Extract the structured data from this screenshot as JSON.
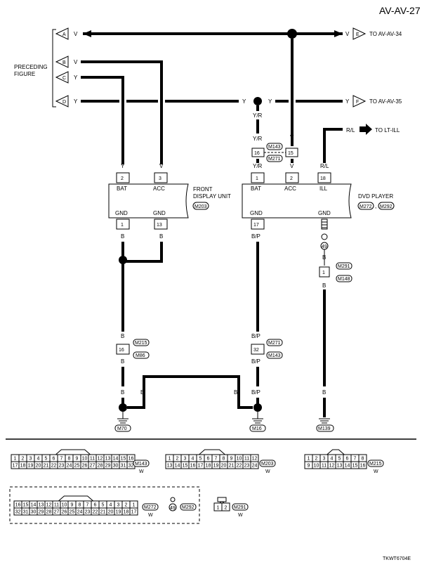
{
  "page_id": "AV-AV-27",
  "footer_code": "TKWT6704E",
  "preceding_figure": [
    "PRECEDING",
    "FIGURE"
  ],
  "left_terminals": {
    "a": "A",
    "b": "B",
    "c": "C",
    "d": "D"
  },
  "right_terminals": {
    "e": "E",
    "f": "F"
  },
  "to_av34": "TO AV-AV-34",
  "to_av35": "TO AV-AV-35",
  "to_lt_ill": "TO LT-ILL",
  "wire_colors": {
    "v": "V",
    "y": "Y",
    "yr": "Y/R",
    "rl": "R/L",
    "b": "B",
    "bp": "B/P"
  },
  "front_display": {
    "name_line1": "FRONT",
    "name_line2": "DISPLAY UNIT",
    "connector": "M203",
    "pins": {
      "bat": "2",
      "acc": "3",
      "gnd1": "1",
      "gnd2": "13"
    },
    "labels": {
      "bat": "BAT",
      "acc": "ACC",
      "gnd": "GND"
    }
  },
  "dvd_player": {
    "name": "DVD PLAYER",
    "connector_a": "M272",
    "connector_sep": ",",
    "connector_b": "M292",
    "pins": {
      "bat": "1",
      "acc": "2",
      "ill": "18",
      "gnd1": "17"
    },
    "labels": {
      "bat": "BAT",
      "acc": "ACC",
      "ill": "ILL",
      "gnd": "GND"
    }
  },
  "junction_connectors": {
    "j1": {
      "pin_a": "16",
      "pin_b": "15",
      "conn_top": "M143",
      "conn_bottom": "M271"
    },
    "j2": {
      "pin": "16",
      "conn_top": "M215",
      "conn_bottom": "M86"
    },
    "j3": {
      "pin": "32",
      "conn_top": "M271",
      "conn_bottom": "M143"
    },
    "j4": {
      "pin": "1",
      "conn_top": "M291",
      "conn_bottom": "M148"
    },
    "j5": {
      "pin": "49"
    }
  },
  "grounds": {
    "g1": "M70",
    "g2": "M16",
    "g3": "M139"
  },
  "connector_views": {
    "m143": {
      "id": "M143",
      "color": "W",
      "row1": [
        "1",
        "2",
        "3",
        "4",
        "5",
        "6",
        "7",
        "8",
        "9",
        "10",
        "11",
        "12",
        "13",
        "14",
        "15",
        "16"
      ],
      "row2": [
        "17",
        "18",
        "19",
        "20",
        "21",
        "22",
        "23",
        "24",
        "25",
        "26",
        "27",
        "28",
        "29",
        "30",
        "31",
        "32"
      ]
    },
    "m203": {
      "id": "M203",
      "color": "W",
      "row1": [
        "1",
        "2",
        "3",
        "4",
        "5",
        "6",
        "7",
        "8",
        "9",
        "10",
        "11",
        "12"
      ],
      "row2": [
        "13",
        "14",
        "15",
        "16",
        "17",
        "18",
        "19",
        "20",
        "21",
        "22",
        "23",
        "24"
      ]
    },
    "m215": {
      "id": "M215",
      "color": "W",
      "row1": [
        "1",
        "2",
        "3",
        "4",
        "5",
        "6",
        "7",
        "8"
      ],
      "row2": [
        "9",
        "10",
        "11",
        "12",
        "13",
        "14",
        "15",
        "16"
      ]
    },
    "m272": {
      "id": "M272",
      "color": "W",
      "row1": [
        "16",
        "15",
        "14",
        "13",
        "12",
        "11",
        "10",
        "9",
        "8",
        "7",
        "6",
        "5",
        "4",
        "3",
        "2",
        "1"
      ],
      "row2": [
        "32",
        "31",
        "30",
        "29",
        "28",
        "27",
        "26",
        "25",
        "24",
        "23",
        "22",
        "21",
        "20",
        "19",
        "18",
        "17"
      ]
    },
    "m292": {
      "id": "M292",
      "pin": "49"
    },
    "m291": {
      "id": "M291",
      "color": "W",
      "row1": [
        "1",
        "2"
      ]
    }
  }
}
